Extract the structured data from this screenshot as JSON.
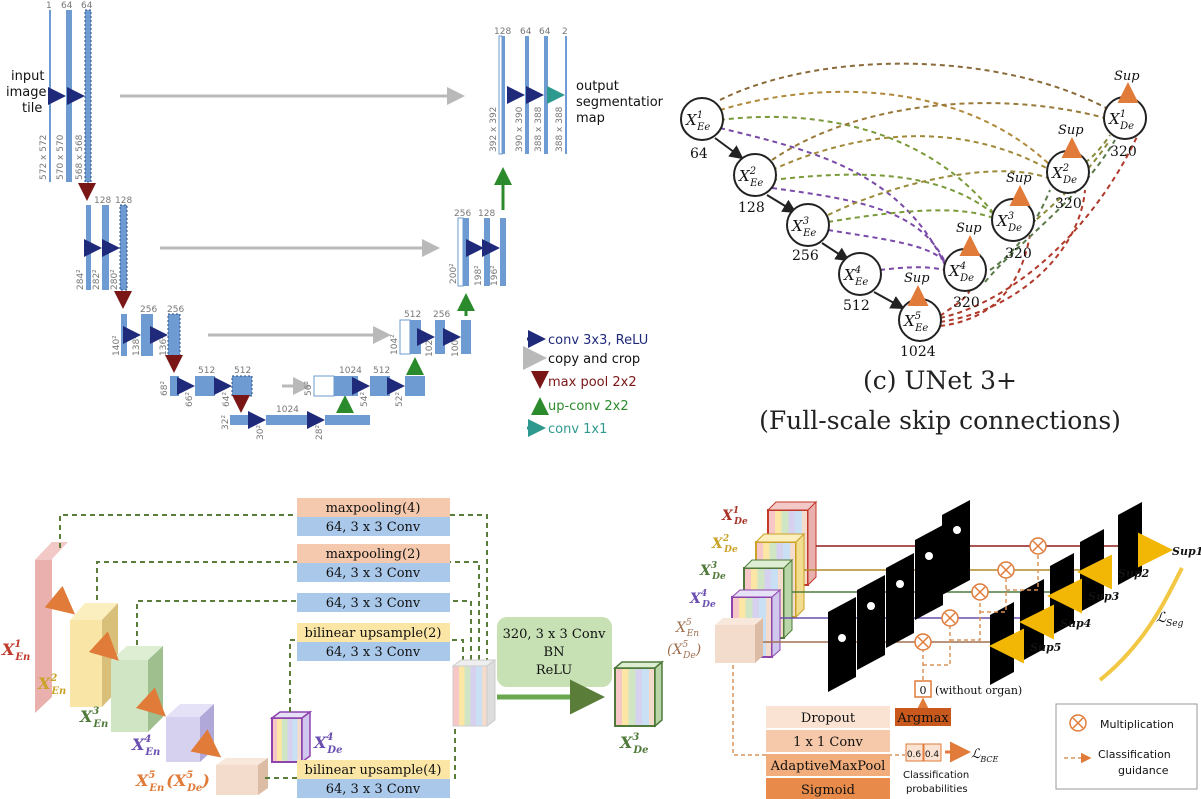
{
  "unet": {
    "input_label": [
      "input",
      "image",
      "tile"
    ],
    "output_label": [
      "output",
      "segmentatior",
      "map"
    ],
    "top_channels": [
      "1",
      "64",
      "64"
    ],
    "top_sizes": [
      "572 x 572",
      "570 x 570",
      "568 x 568"
    ],
    "l2_channels": [
      "128",
      "128"
    ],
    "l2_sizes": [
      "284²",
      "282²",
      "280²"
    ],
    "l3_channels": [
      "256",
      "256"
    ],
    "l3_sizes": [
      "140²",
      "138²",
      "136²"
    ],
    "l4_channels": [
      "512",
      "512"
    ],
    "l4_sizes": [
      "68²",
      "66²",
      "64²"
    ],
    "l5_channel": "1024",
    "l5_sizes": [
      "32²",
      "30²",
      "28²"
    ],
    "r4_channels": [
      "1024",
      "512"
    ],
    "r4_sizes": [
      "56²",
      "54²",
      "52²"
    ],
    "r3_channels": [
      "512",
      "256"
    ],
    "r3_sizes": [
      "104²",
      "102²",
      "100²"
    ],
    "r2_channels": [
      "256",
      "128"
    ],
    "r2_sizes": [
      "200²",
      "198²",
      "196²"
    ],
    "r1_channels": [
      "128",
      "64",
      "64",
      "2"
    ],
    "r1_sizes": [
      "392 x 392",
      "390 x 390",
      "388 x 388",
      "388 x 388"
    ],
    "legend": [
      "conv 3x3, ReLU",
      "copy and crop",
      "max pool 2x2",
      "up-conv 2x2",
      "conv 1x1"
    ]
  },
  "unet3": {
    "caption": [
      "(c) UNet 3+",
      "(Full-scale skip connections)"
    ],
    "enc_channels": [
      "64",
      "128",
      "256",
      "512",
      "1024"
    ],
    "dec_channels": [
      "320",
      "320",
      "320",
      "320"
    ],
    "sup": "Sup"
  },
  "block": {
    "paths": [
      [
        "maxpooling(4)",
        "64, 3 x 3 Conv"
      ],
      [
        "maxpooling(2)",
        "64, 3 x 3 Conv"
      ],
      [
        "64, 3 x 3 Conv"
      ],
      [
        "bilinear upsample(2)",
        "64, 3 x 3 Conv"
      ],
      [
        "bilinear upsample(4)",
        "64, 3 x 3 Conv"
      ]
    ],
    "fusion": [
      "320, 3 x 3 Conv",
      "BN",
      "ReLU"
    ]
  },
  "cgm": {
    "sups": [
      "Sup1",
      "Sup2",
      "Sup3",
      "Sup4",
      "Sup5"
    ],
    "ops": [
      "Dropout",
      "1 x 1 Conv",
      "AdaptiveMaxPool",
      "Sigmoid"
    ],
    "argmax": "Argmax",
    "zero": "0",
    "without": "(without organ)",
    "probs": [
      "0.6",
      "0.4"
    ],
    "class_prob": [
      "Classification",
      "probabilities"
    ],
    "legend": [
      "Multiplication",
      "Classification",
      "guidance"
    ]
  },
  "colors": {
    "blue": "#6e9bd1",
    "dark_arrow": "#1f2a7a",
    "gray_arrow": "#b9b9b9",
    "pool_arrow": "#7a1616",
    "up_arrow": "#2b8a2b",
    "teal_arrow": "#2e9a8f",
    "orange": "#e07b39"
  }
}
